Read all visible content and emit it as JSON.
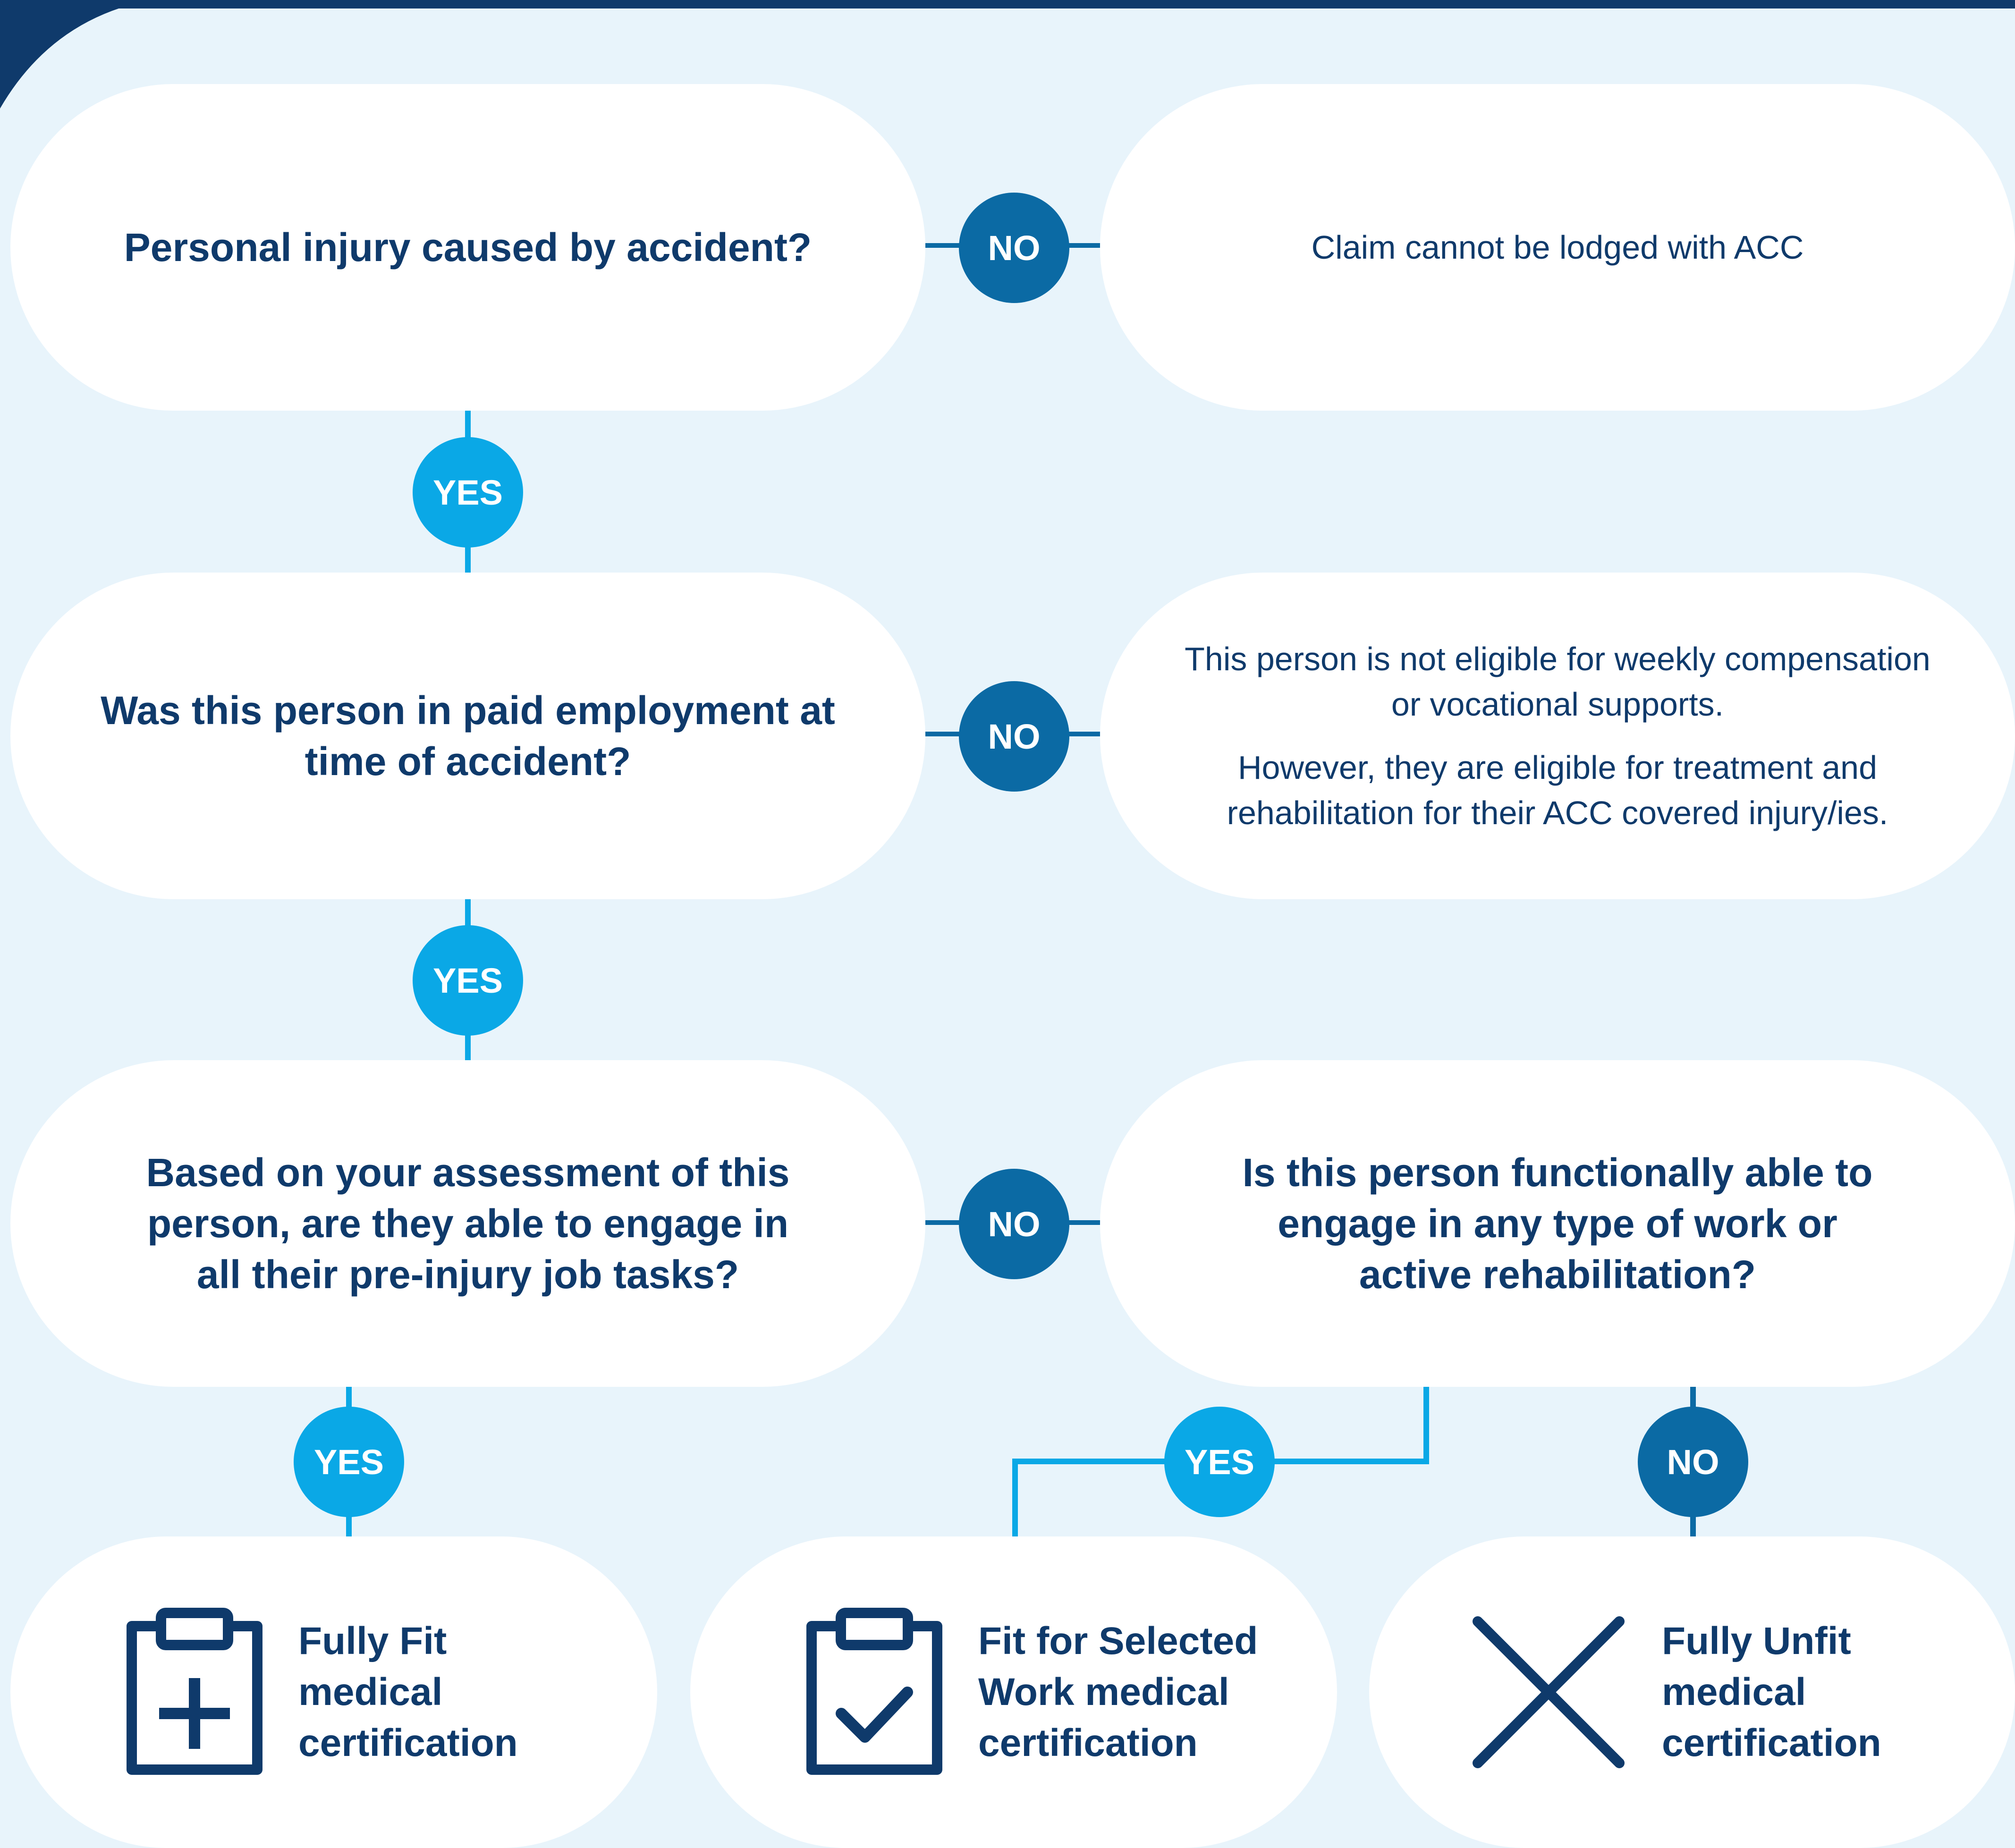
{
  "colors": {
    "background": "#e8f4fb",
    "navy": "#0f3a6b",
    "no_badge": "#0b6aa4",
    "yes_badge": "#0aa8e6",
    "box": "#ffffff"
  },
  "questions": {
    "q1": "Personal injury caused by accident?",
    "q2": "Was this person in paid employment at time of accident?",
    "q3": "Based on your assessment of this person, are they able to engage in all their pre-injury job tasks?",
    "q4": "Is this person functionally able to engage in any type of work or active rehabilitation?"
  },
  "answers": {
    "a1": "Claim cannot be lodged with ACC",
    "a2_para1": "This person is not eligible for weekly compensation or vocational supports.",
    "a2_para2": "However, they are eligible for treatment and rehabilitation for their ACC covered injury/ies."
  },
  "badges": {
    "yes": "YES",
    "no": "NO"
  },
  "outcomes": [
    {
      "label": "Fully Fit medical certification",
      "icon": "clipboard-plus-icon"
    },
    {
      "label": "Fit for Selected Work medical certification",
      "icon": "clipboard-check-icon"
    },
    {
      "label": "Fully Unfit medical certification",
      "icon": "cross-x-icon"
    }
  ]
}
